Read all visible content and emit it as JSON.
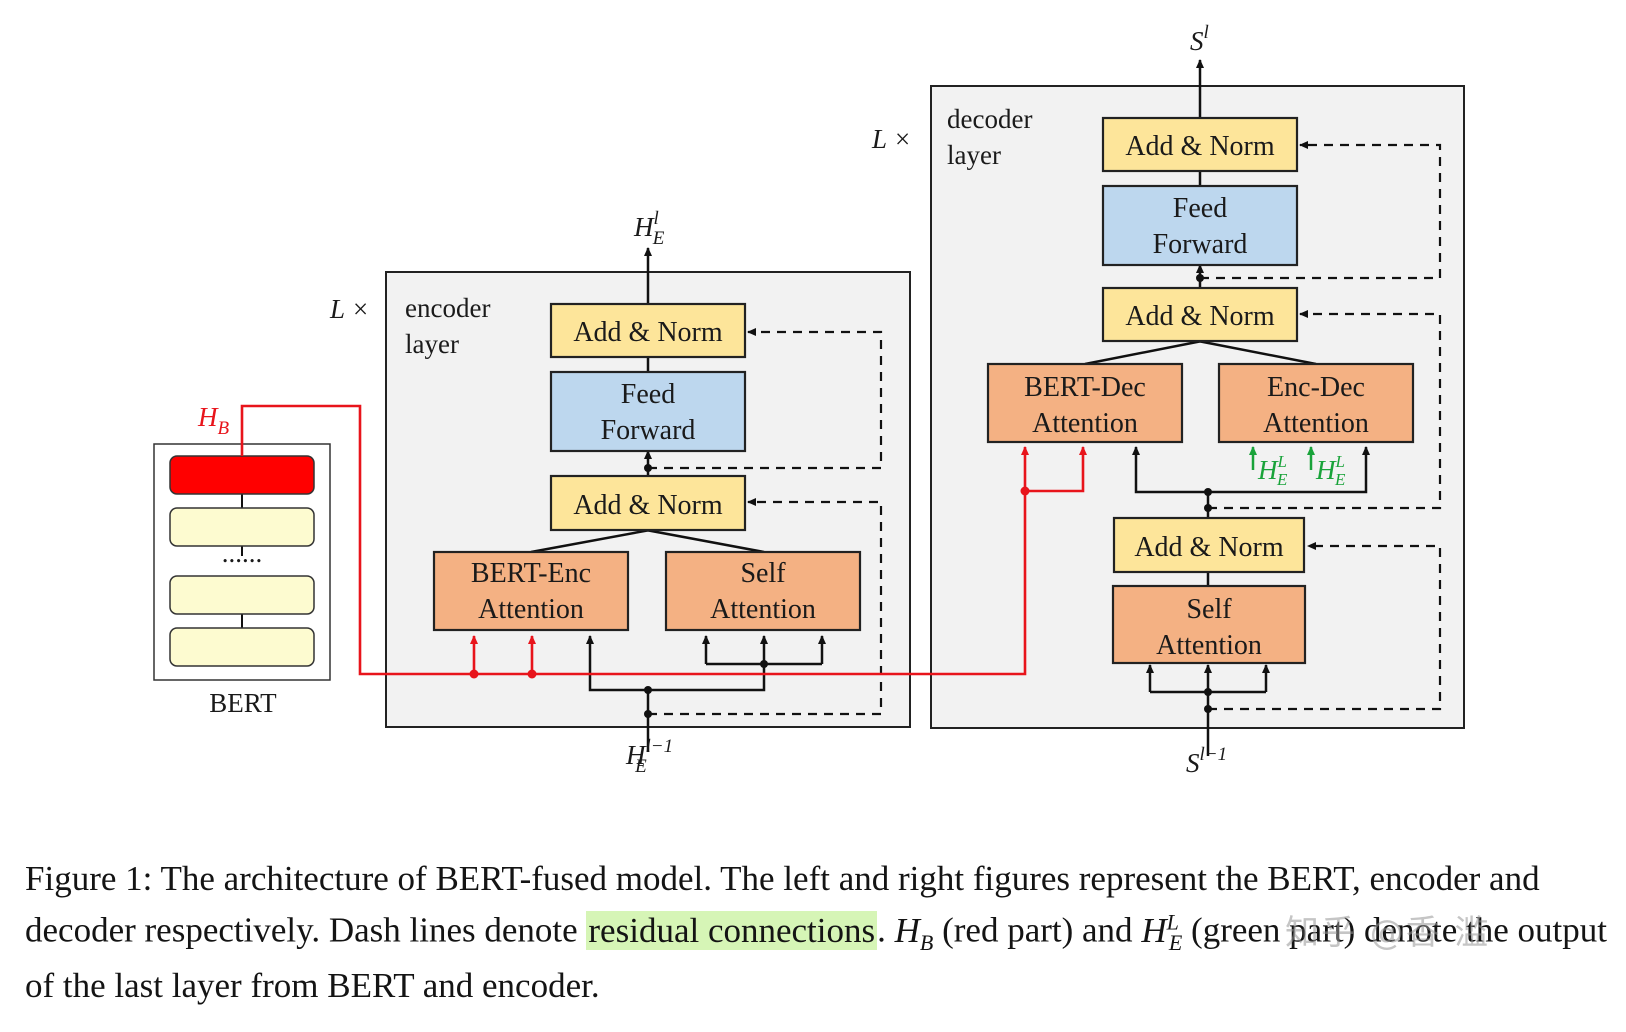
{
  "encoder": {
    "repeat": "L ×",
    "title_line1": "encoder",
    "title_line2": "layer",
    "add_norm_top": "Add & Norm",
    "ffn_line1": "Feed",
    "ffn_line2": "Forward",
    "add_norm_bottom": "Add & Norm",
    "bert_attn_line1": "BERT-Enc",
    "bert_attn_line2": "Attention",
    "self_attn_line1": "Self",
    "self_attn_line2": "Attention",
    "output_main": "H",
    "output_sub": "E",
    "output_sup": "l",
    "input_main": "H",
    "input_sub": "E",
    "input_sup": "l−1"
  },
  "decoder": {
    "repeat": "L ×",
    "title_line1": "decoder",
    "title_line2": "layer",
    "add_norm_top": "Add & Norm",
    "ffn_line1": "Feed",
    "ffn_line2": "Forward",
    "add_norm_mid": "Add & Norm",
    "bert_attn_line1": "BERT-Dec",
    "bert_attn_line2": "Attention",
    "encdec_attn_line1": "Enc-Dec",
    "encdec_attn_line2": "Attention",
    "add_norm_bottom": "Add & Norm",
    "self_attn_line1": "Self",
    "self_attn_line2": "Attention",
    "output_main": "S",
    "output_sup": "l",
    "input_main": "S",
    "input_sup": "l−1",
    "enc_out_main": "H",
    "enc_out_sub": "E",
    "enc_out_sup": "L"
  },
  "bert": {
    "label": "BERT",
    "dots": "......",
    "output_main": "H",
    "output_sub": "B"
  },
  "caption": {
    "part1": "Figure 1:  The architecture of BERT-fused model.  The left and right figures represent the BERT, encoder and decoder respectively. Dash lines denote ",
    "highlight": "residual connections",
    "part2": ".  ",
    "hb_main": "H",
    "hb_sub": "B",
    "part3": " (red part) and ",
    "he_main": "H",
    "he_sub": "E",
    "he_sup": "L",
    "part4": " (green part) denote the output of the last layer from BERT and encoder."
  },
  "watermark": "知乎 @香 滥",
  "colors": {
    "add_norm": "#fde59a",
    "feed_forward": "#bdd7ee",
    "attention": "#f4b183",
    "bert_top_layer": "#ff0000",
    "bert_layer": "#fdfbd0",
    "layer_bg": "#f2f2f2",
    "red_path": "#e8141b",
    "green_arrow": "#19a33a",
    "highlight": "#d6f5b6"
  }
}
